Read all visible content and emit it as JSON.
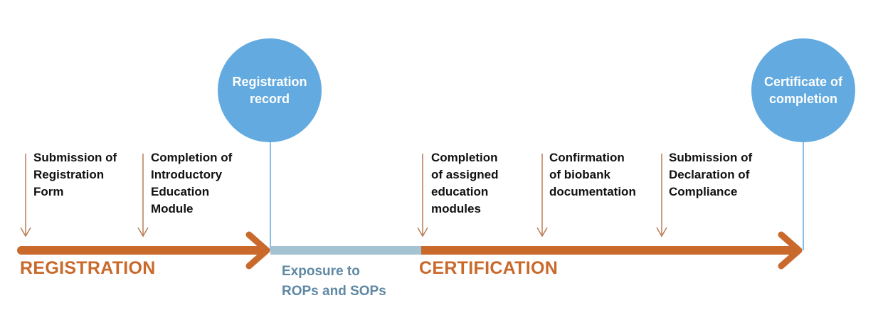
{
  "colors": {
    "accent_orange": "#c9692b",
    "blue_circle": "#62aadf",
    "exposure_bar": "#a3c2d2",
    "exposure_text": "#5f88a3",
    "step_arrow": "#b87c56",
    "connector_line": "#62aadf",
    "text_dark": "#111111"
  },
  "milestones": [
    {
      "label": "Registration record"
    },
    {
      "label": "Certificate of completion"
    }
  ],
  "steps": [
    {
      "label": "Submission of\nRegistration\nForm"
    },
    {
      "label": "Completion of\nIntroductory\nEducation\nModule"
    },
    {
      "label": "Completion\nof assigned\neducation\nmodules"
    },
    {
      "label": "Confirmation\nof biobank\ndocumentation"
    },
    {
      "label": "Submission of\nDeclaration of\nCompliance"
    }
  ],
  "phases": {
    "registration": "REGISTRATION",
    "certification": "CERTIFICATION",
    "exposure": "Exposure to\nROPs and SOPs"
  }
}
